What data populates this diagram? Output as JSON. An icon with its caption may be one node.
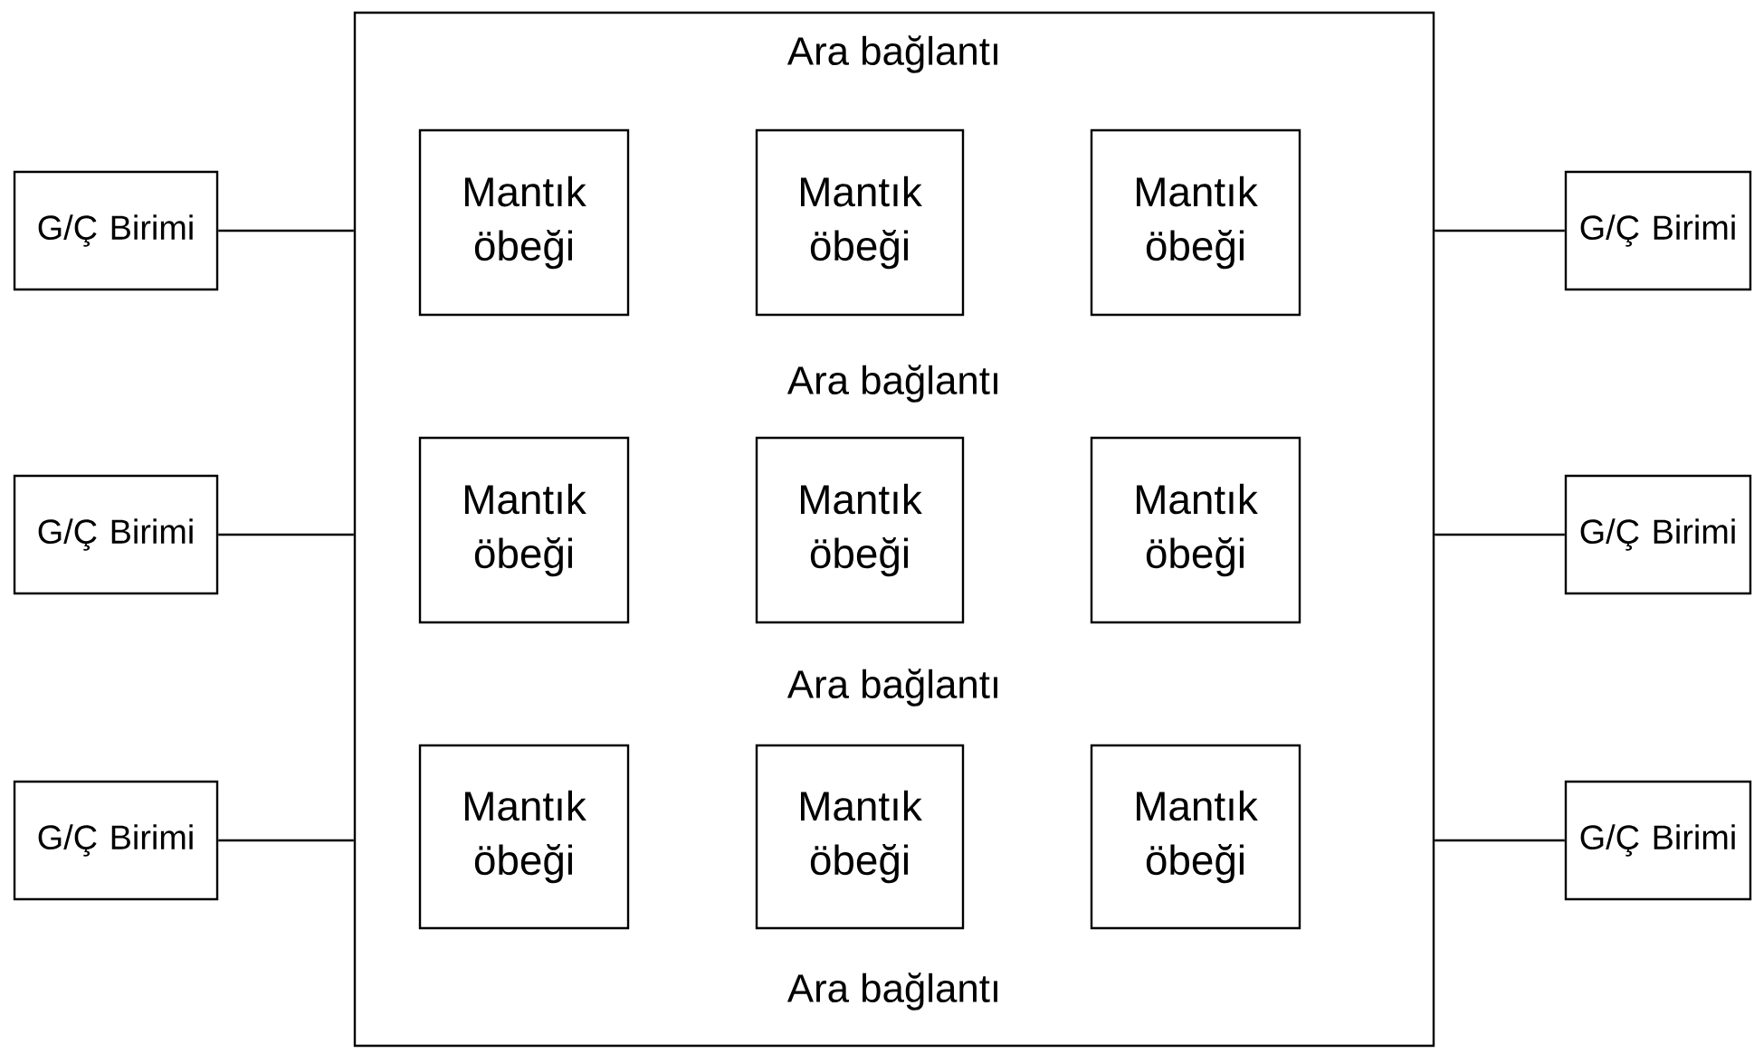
{
  "diagram": {
    "nodes": [
      {
        "text": [
          "Ara bağlantı",
          "Ara bağlantı",
          "Ara bağlantı",
          "Ara bağlantı"
        ]
      },
      {
        "text": [
          "Mantık öbeği"
        ],
        "in": 0
      },
      {
        "text": [
          "Mantık öbeği"
        ],
        "in": 0
      },
      {
        "text": [
          "Mantık öbeği"
        ],
        "in": 0
      },
      {
        "text": [
          "Mantık öbeği"
        ],
        "in": 0
      },
      {
        "text": [
          "Mantık öbeği"
        ],
        "in": 0
      },
      {
        "text": [
          "Mantık öbeği"
        ],
        "in": 0
      },
      {
        "text": [
          "Mantık öbeği"
        ],
        "in": 0
      },
      {
        "text": [
          "Mantık öbeği"
        ],
        "in": 0
      },
      {
        "text": [
          "Mantık öbeği"
        ],
        "in": 0
      },
      {
        "text": [
          "G/Ç Birimi"
        ]
      },
      {
        "text": [
          "G/Ç Birimi"
        ]
      },
      {
        "text": [
          "G/Ç Birimi"
        ]
      },
      {
        "text": [
          "G/Ç Birimi"
        ]
      },
      {
        "text": [
          "G/Ç Birimi"
        ]
      },
      {
        "text": [
          "G/Ç Birimi"
        ]
      }
    ],
    "edges": [
      {
        "from": 10,
        "to": 0,
        "arrow": "none"
      },
      {
        "from": 0,
        "to": 11,
        "arrow": "none"
      },
      {
        "from": 12,
        "to": 0,
        "arrow": "none"
      },
      {
        "from": 0,
        "to": 13,
        "arrow": "none"
      },
      {
        "from": 14,
        "to": 0,
        "arrow": "none"
      },
      {
        "from": 0,
        "to": 15,
        "arrow": "none"
      }
    ]
  }
}
